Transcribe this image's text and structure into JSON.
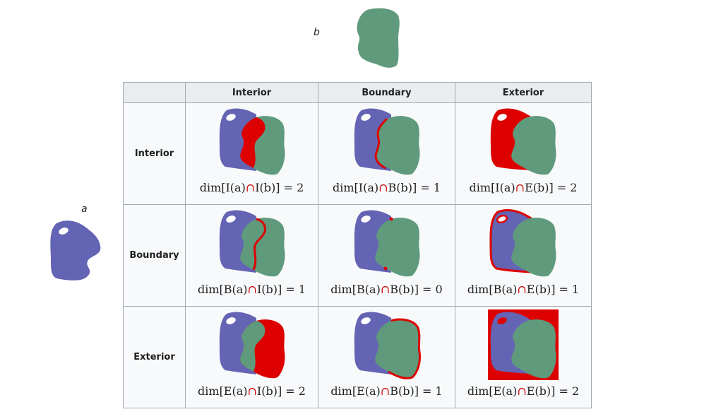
{
  "labels": {
    "a": "a",
    "b": "b"
  },
  "table": {
    "corner": "",
    "columns": [
      "Interior",
      "Boundary",
      "Exterior"
    ],
    "rows": [
      {
        "header": "Interior",
        "cells": [
          {
            "pre": "dim[I(a)",
            "op": "∩",
            "post": "I(b)] = 2"
          },
          {
            "pre": "dim[I(a)",
            "op": "∩",
            "post": "B(b)] = 1"
          },
          {
            "pre": "dim[I(a)",
            "op": "∩",
            "post": "E(b)] = 2"
          }
        ]
      },
      {
        "header": "Boundary",
        "cells": [
          {
            "pre": "dim[B(a)",
            "op": "∩",
            "post": "I(b)] = 1"
          },
          {
            "pre": "dim[B(a)",
            "op": "∩",
            "post": "B(b)] = 0"
          },
          {
            "pre": "dim[B(a)",
            "op": "∩",
            "post": "E(b)] = 1"
          }
        ]
      },
      {
        "header": "Exterior",
        "cells": [
          {
            "pre": "dim[E(a)",
            "op": "∩",
            "post": "I(b)] = 2"
          },
          {
            "pre": "dim[E(a)",
            "op": "∩",
            "post": "B(b)] = 1"
          },
          {
            "pre": "dim[E(a)",
            "op": "∩",
            "post": "E(b)] = 2"
          }
        ]
      }
    ]
  },
  "colors": {
    "shape_a": "#6464b4",
    "shape_b": "#5f9a7c",
    "highlight": "#dd0000",
    "header_bg": "#eaecf0",
    "cell_bg": "#f8f9fa",
    "border": "#a2a9b1"
  }
}
